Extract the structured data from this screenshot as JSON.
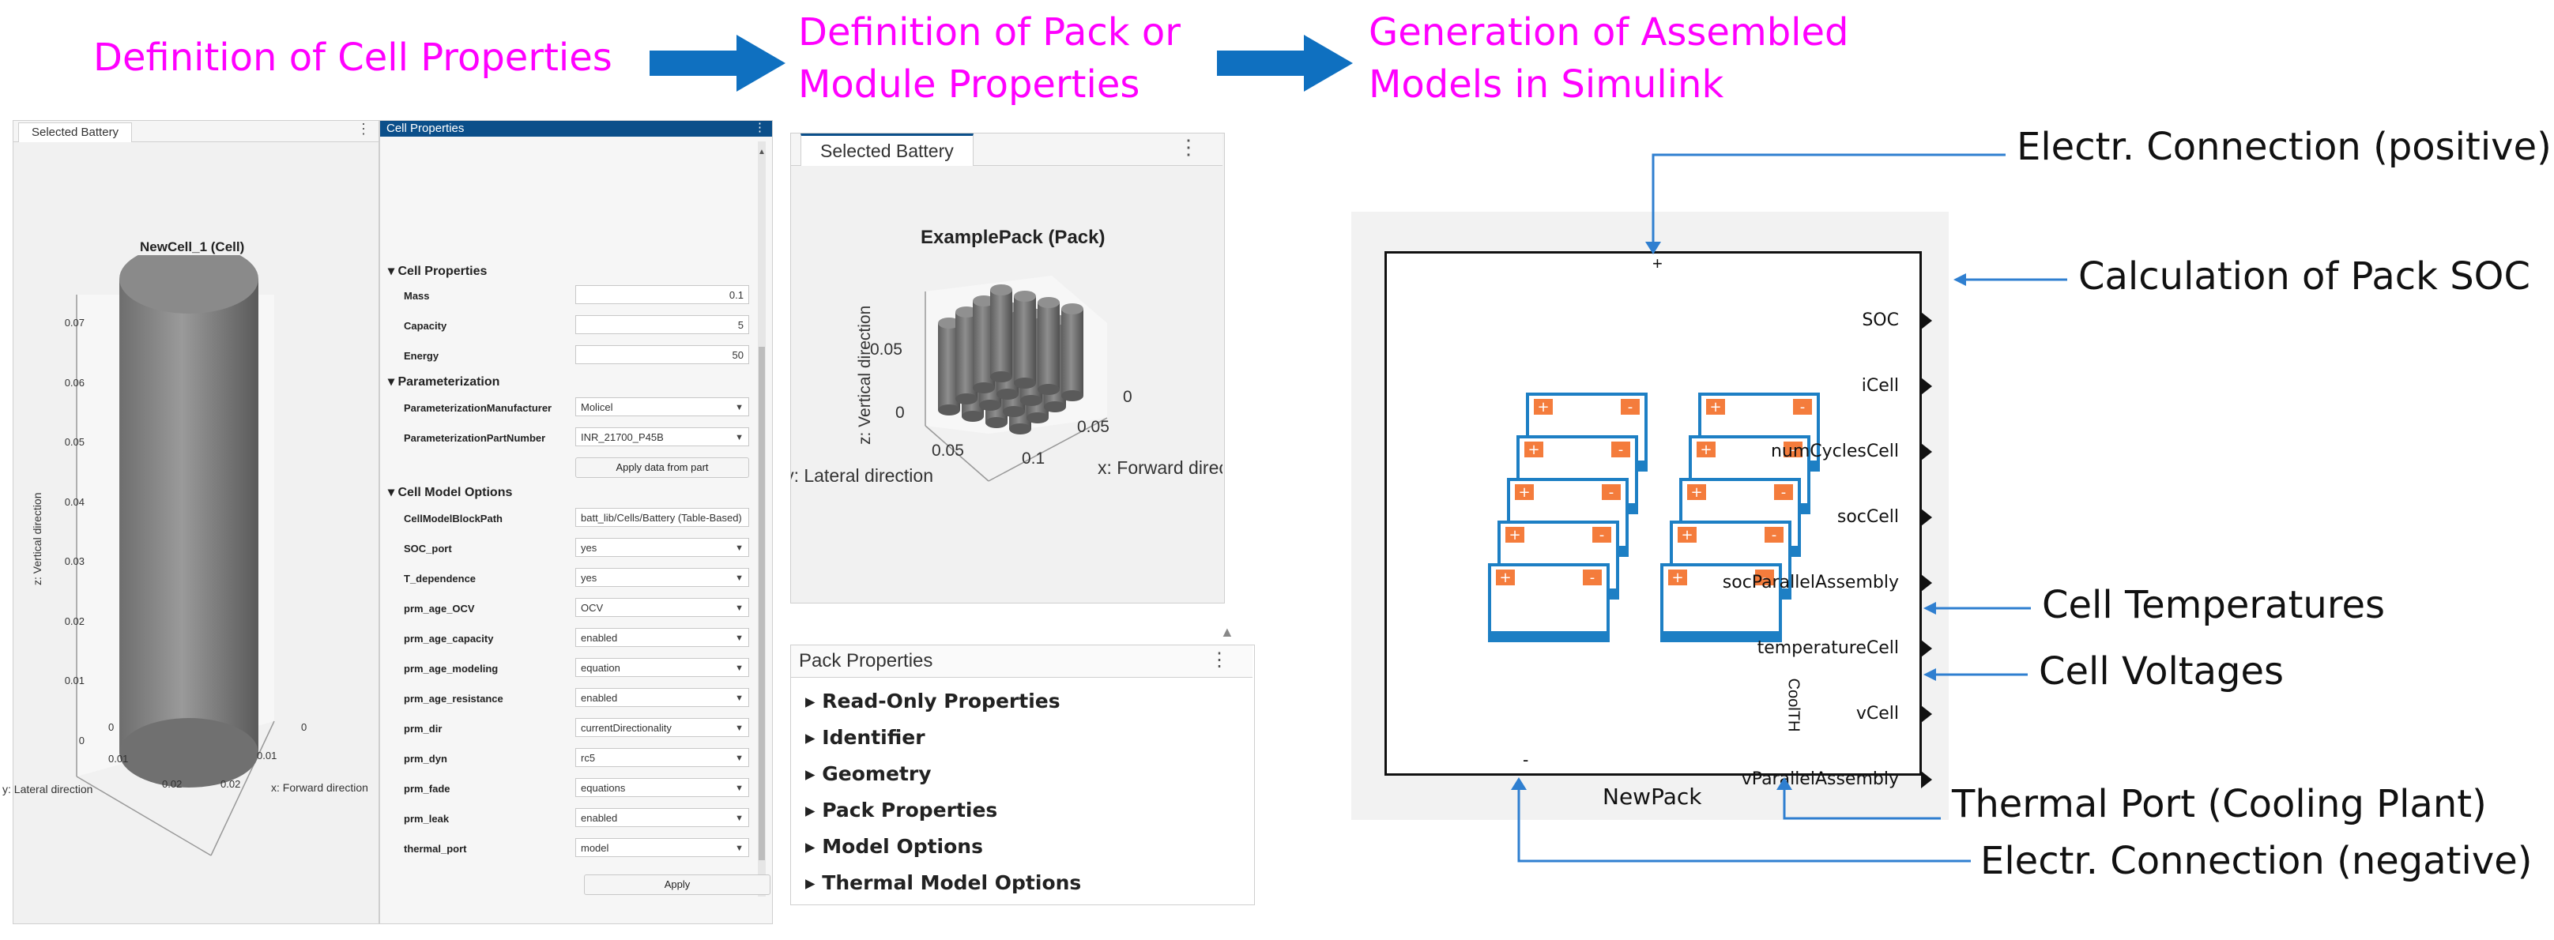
{
  "steps": {
    "cell": "Definition of Cell Properties",
    "pack": "Definition of Pack or\nModule Properties",
    "models": "Generation of Assembled\nModels in Simulink"
  },
  "cell_view": {
    "tab": "Selected Battery",
    "plot_title": "NewCell_1 (Cell)",
    "z_label": "z: Vertical direction",
    "y_label": "y: Lateral direction",
    "x_label": "x: Forward direction",
    "z_ticks": [
      "0.07",
      "0.06",
      "0.05",
      "0.04",
      "0.03",
      "0.02",
      "0.01",
      "0"
    ],
    "y_ticks": [
      "0",
      "0.01",
      "0.02"
    ],
    "x_ticks": [
      "0",
      "0.01",
      "0.02"
    ]
  },
  "cell_props": {
    "header": "Cell Properties",
    "section1": "Cell Properties",
    "mass_label": "Mass",
    "mass_value": "0.1",
    "capacity_label": "Capacity",
    "capacity_value": "5",
    "energy_label": "Energy",
    "energy_value": "50",
    "section2": "Parameterization",
    "manufacturer_label": "ParameterizationManufacturer",
    "manufacturer_value": "Molicel",
    "partnumber_label": "ParameterizationPartNumber",
    "partnumber_value": "INR_21700_P45B",
    "apply_part": "Apply data from part",
    "section3": "Cell Model Options",
    "blockpath_label": "CellModelBlockPath",
    "blockpath_value": "batt_lib/Cells/Battery (Table-Based)",
    "soc_label": "SOC_port",
    "soc_value": "yes",
    "tdep_label": "T_dependence",
    "tdep_value": "yes",
    "ocv_label": "prm_age_OCV",
    "ocv_value": "OCV",
    "agecap_label": "prm_age_capacity",
    "agecap_value": "enabled",
    "agemod_label": "prm_age_modeling",
    "agemod_value": "equation",
    "ageres_label": "prm_age_resistance",
    "ageres_value": "enabled",
    "dir_label": "prm_dir",
    "dir_value": "currentDirectionality",
    "dyn_label": "prm_dyn",
    "dyn_value": "rc5",
    "fade_label": "prm_fade",
    "fade_value": "equations",
    "leak_label": "prm_leak",
    "leak_value": "enabled",
    "thermal_label": "thermal_port",
    "thermal_value": "model",
    "apply": "Apply"
  },
  "pack_view": {
    "tab": "Selected Battery",
    "plot_title": "ExamplePack (Pack)",
    "z_label": "z: Vertical direction",
    "y_label": "y: Lateral direction",
    "x_label": "x: Forward direction",
    "z_ticks": [
      "0.05",
      "0"
    ],
    "y_ticks": [
      "0.05",
      "0.1"
    ],
    "x_ticks": [
      "0",
      "0.05"
    ]
  },
  "pack_props": {
    "header": "Pack Properties",
    "sections": [
      "Read-Only Properties",
      "Identifier",
      "Geometry",
      "Pack Properties",
      "Model Options",
      "Thermal Model Options"
    ]
  },
  "simulink": {
    "block_name": "NewPack",
    "ports": [
      "SOC",
      "iCell",
      "numCyclesCell",
      "socCell",
      "socParallelAssembly",
      "temperatureCell",
      "vCell",
      "vParallelAssembly"
    ],
    "plus": "+",
    "minus": "-",
    "thermal_port": "CoolTH"
  },
  "annotations": {
    "positive": "Electr. Connection (positive)",
    "soc": "Calculation of Pack SOC",
    "temps": "Cell Temperatures",
    "volts": "Cell Voltages",
    "thermal": "Thermal Port (Cooling Plant)",
    "negative": "Electr. Connection (negative)"
  },
  "colors": {
    "step_text": "#ff00ff",
    "flow_arrow": "#0f70c0",
    "annot_arrow": "#2f7fd0",
    "panel_header": "#0b4f8a",
    "subsystem": "#1d7fc4",
    "subsystem_port": "#f47c3c"
  }
}
